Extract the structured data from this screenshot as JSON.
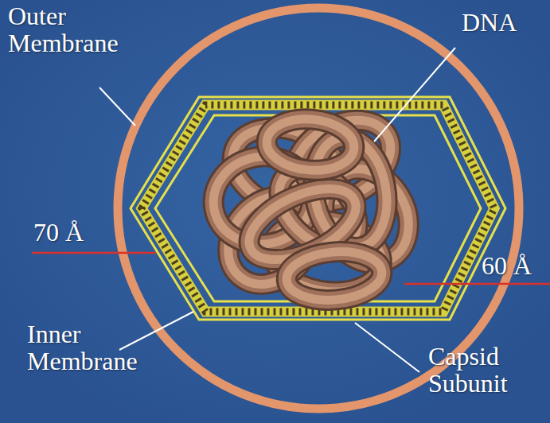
{
  "diagram": {
    "labels": [
      "Outer Membrane",
      "DNA",
      "70 Å",
      "60 Å",
      "Inner Membrane",
      "Capsid Subunit"
    ]
  }
}
